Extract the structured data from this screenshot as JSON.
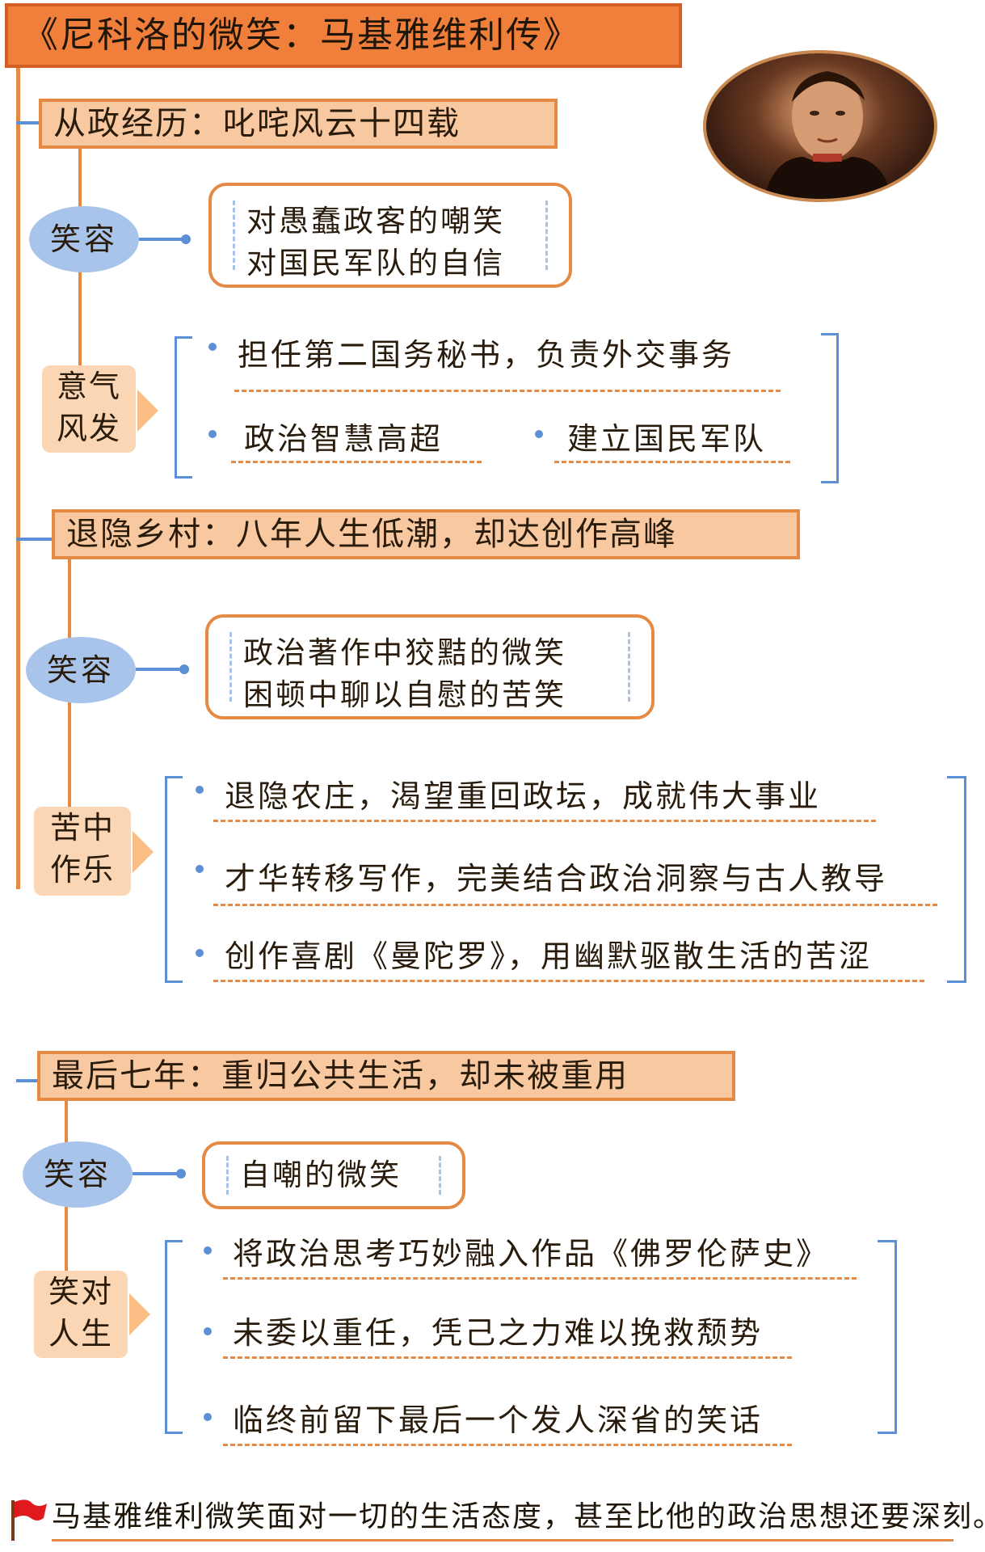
{
  "title": "《尼科洛的微笑：马基雅维利传》",
  "sections": [
    {
      "heading": "从政经历：叱咤风云十四载",
      "smile_label": "笑容",
      "smile_lines": [
        "对愚蠢政客的嘲笑",
        "对国民军队的自信"
      ],
      "tag": [
        "意气",
        "风发"
      ],
      "items": [
        "担任第二国务秘书，负责外交事务",
        "政治智慧高超",
        "建立国民军队"
      ]
    },
    {
      "heading": "退隐乡村：八年人生低潮，却达创作高峰",
      "smile_label": "笑容",
      "smile_lines": [
        "政治著作中狡黠的微笑",
        "困顿中聊以自慰的苦笑"
      ],
      "tag": [
        "苦中",
        "作乐"
      ],
      "items": [
        "退隐农庄，渴望重回政坛，成就伟大事业",
        "才华转移写作，完美结合政治洞察与古人教导",
        "创作喜剧《曼陀罗》，用幽默驱散生活的苦涩"
      ]
    },
    {
      "heading": "最后七年：重归公共生活，却未被重用",
      "smile_label": "笑容",
      "smile_lines": [
        "自嘲的微笑"
      ],
      "tag": [
        "笑对",
        "人生"
      ],
      "items": [
        "将政治思考巧妙融入作品《佛罗伦萨史》",
        "未委以重任，凭己之力难以挽救颓势",
        "临终前留下最后一个发人深省的笑话"
      ]
    }
  ],
  "conclusion": "马基雅维利微笑面对一切的生活态度，甚至比他的政治思想还要深刻。",
  "colors": {
    "orange": "#f07f3c",
    "border": "#e58a44",
    "blue": "#5b8fd6",
    "oval": "#a9c4ea"
  },
  "icons": {
    "portrait": "portrait-icon",
    "flag": "red-flag-icon"
  }
}
